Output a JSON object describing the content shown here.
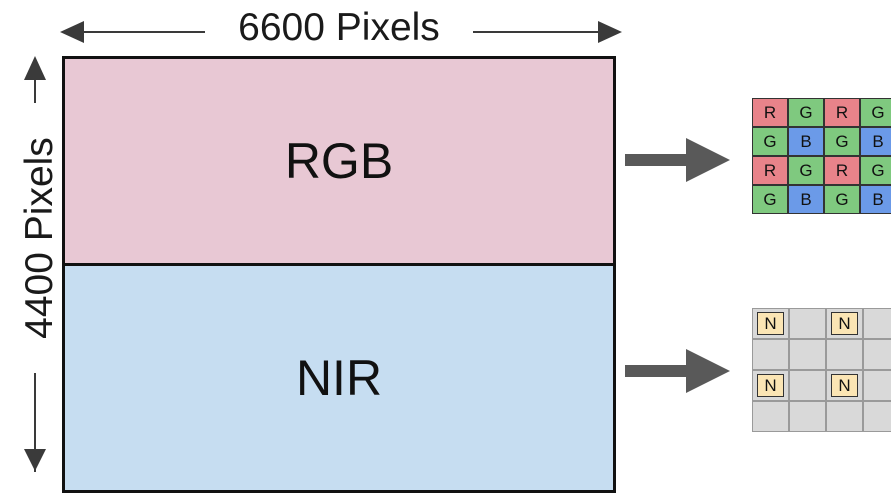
{
  "width_label": "6600 Pixels",
  "height_label": "4400 Pixels",
  "regions": {
    "rgb": "RGB",
    "nir": "NIR"
  },
  "bayer_pattern": [
    [
      "R",
      "G",
      "R",
      "G"
    ],
    [
      "G",
      "B",
      "G",
      "B"
    ],
    [
      "R",
      "G",
      "R",
      "G"
    ],
    [
      "G",
      "B",
      "G",
      "B"
    ]
  ],
  "nir_pattern": [
    [
      "N",
      "",
      "N",
      ""
    ],
    [
      "",
      "",
      "",
      ""
    ],
    [
      "N",
      "",
      "N",
      ""
    ],
    [
      "",
      "",
      "",
      ""
    ]
  ],
  "colors": {
    "red_filter": "#e8838a",
    "green_filter": "#7fc97f",
    "blue_filter": "#6b9ae8",
    "nir_filter": "#fbe5b4",
    "empty_pixel": "#d9d9d9",
    "rgb_region": "#e8c8d4",
    "nir_region": "#c6ddf1",
    "arrow": "#595959"
  }
}
